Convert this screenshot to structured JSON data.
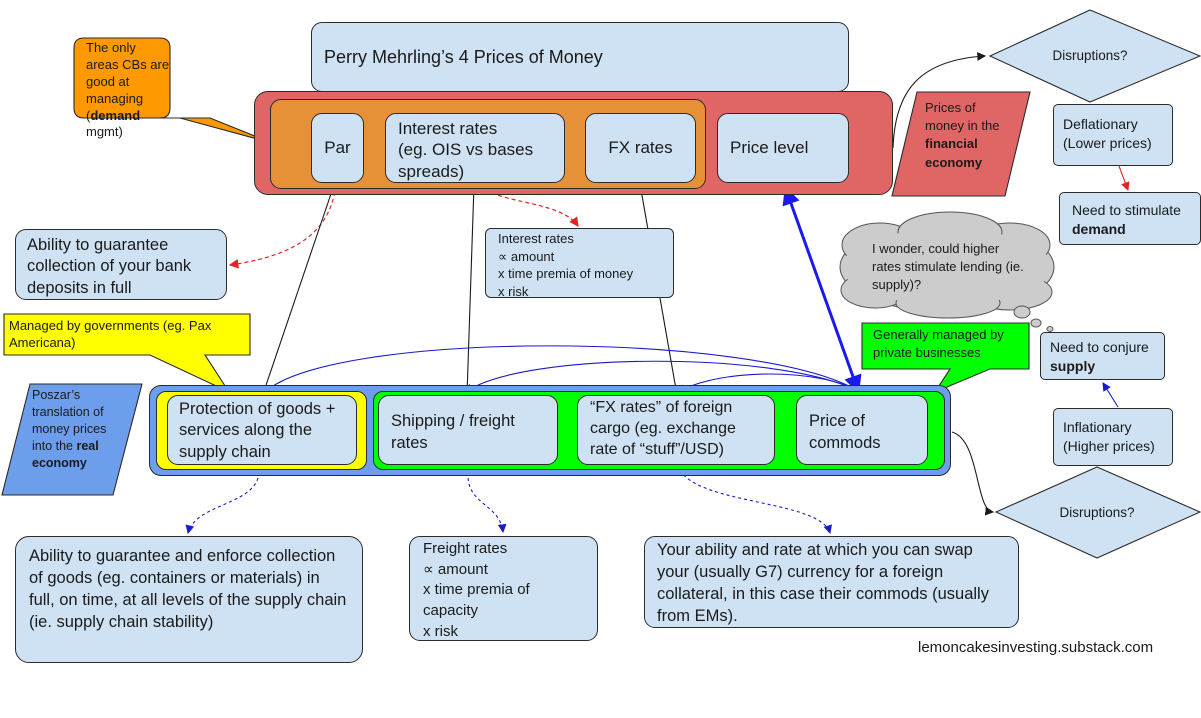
{
  "title": "Perry Mehrling’s 4 Prices of Money",
  "cb_callout": {
    "pre": "The only areas CBs are good at managing (",
    "bold": "demand",
    "post": " mgmt)"
  },
  "financial": {
    "items": [
      "Par",
      "Interest rates\n(eg. OIS vs bases spreads)",
      "FX rates",
      "Price level"
    ],
    "label_pre": "Prices of money in the ",
    "label_bold": "financial economy"
  },
  "bank_deposits": "Ability to guarantee collection of your bank deposits in full",
  "interest_note": "Interest rates\n∝ amount\nx time premia of money\nx risk",
  "gov_callout": "Managed by governments (eg. Pax Americana)",
  "private_callout": "Generally managed by private businesses",
  "real": {
    "label_pre": "Poszar’s translation of money prices into the ",
    "label_bold": "real economy",
    "items": [
      "Protection of goods + services along the supply chain",
      "Shipping / freight rates",
      "“FX rates” of foreign cargo (eg. exchange rate of “stuff”/USD)",
      "Price of commods"
    ]
  },
  "goods_guarantee": "Ability to guarantee and enforce collection of goods (eg. containers or materials) in full, on time, at all levels of the supply chain (ie. supply chain stability)",
  "freight_note": "Freight rates\n∝ amount\nx time premia of capacity\nx risk",
  "fx_note": "Your ability and rate at which you can swap your (usually G7) currency for a foreign collateral, in this case their commods (usually from EMs).",
  "disruptions_top": "Disruptions?",
  "disruptions_bottom": "Disruptions?",
  "deflationary": "Deflationary\n(Lower prices)",
  "stimulate": {
    "pre": "Need to stimulate ",
    "bold": "demand"
  },
  "thought": "I wonder, could higher rates stimulate lending (ie. supply)?",
  "conjure": {
    "pre": "Need to conjure ",
    "bold": "supply"
  },
  "inflationary": "Inflationary\n(Higher prices)",
  "footer": "lemoncakesinvesting.substack.com",
  "colors": {
    "financial_outer": "#e06666",
    "financial_inner": "#e69138",
    "cb_callout": "#ff9900",
    "gov": "#ffff00",
    "private": "#00ff00",
    "real_outer": "#6d9eeb",
    "box": "#cfe2f3",
    "thought": "#cccccc"
  }
}
